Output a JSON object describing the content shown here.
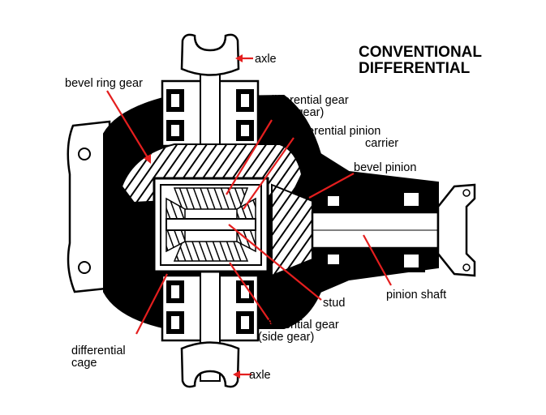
{
  "title": {
    "line1": "CONVENTIONAL",
    "line2": "DIFFERENTIAL"
  },
  "labels": {
    "axle_top": "axle",
    "bevel_ring_gear": "bevel ring gear",
    "side_gear_top_1": "differential gear",
    "side_gear_top_2": "(side gear)",
    "pinion_carrier_1": "differential pinion",
    "pinion_carrier_2": "carrier",
    "bevel_pinion": "bevel pinion",
    "stud": "stud",
    "pinion_shaft": "pinion shaft",
    "side_gear_bottom_1": "differential gear",
    "side_gear_bottom_2": "(side gear)",
    "cage_1": "differential",
    "cage_2": "cage",
    "axle_bottom": "axle"
  },
  "colors": {
    "pointer": "#e41e1e",
    "ink": "#000000",
    "paper": "#ffffff"
  }
}
